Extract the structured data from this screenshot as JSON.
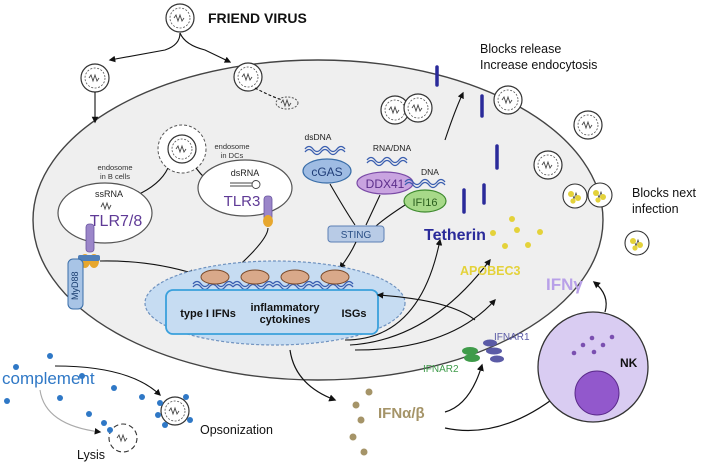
{
  "title": "FRIEND VIRUS",
  "blocks_release": "Blocks release",
  "increase_endocytosis": "Increase endocytosis",
  "blocks_next": "Blocks next",
  "infection": "infection",
  "endosome_b_1": "endosome",
  "endosome_b_2": "in B cells",
  "endosome_dc_1": "endosome",
  "endosome_dc_2": "in DCs",
  "ssrna": "ssRNA",
  "tlr78": "TLR7/8",
  "dsrna": "dsRNA",
  "tlr3": "TLR3",
  "dsdna": "dsDNA",
  "cgas": "cGAS",
  "rna_dna": "RNA/DNA",
  "ddx41": "DDX41",
  "dna": "DNA",
  "ifi16": "IFI16",
  "sting": "STING",
  "tetherin": "Tetherin",
  "apobec3": "APOBEC3",
  "ifng": "IFNγ",
  "myd88": "MyD88",
  "nucleus_ifn": "type I IFNs",
  "nucleus_cyt_1": "inflammatory",
  "nucleus_cyt_2": "cytokines",
  "nucleus_isg": "ISGs",
  "ifnar1": "IFNAR1",
  "ifnar2": "IFNAR2",
  "nk": "NK",
  "complement": "complement",
  "opsonization": "Opsonization",
  "lysis": "Lysis",
  "ifnab": "IFNα/β",
  "colors": {
    "tlr78": "#5f3a96",
    "tlr3": "#5f3a96",
    "cgas_fill": "#9fbce3",
    "ddx41_fill": "#c9a4e0",
    "ifi16_fill": "#a7d989",
    "sting_fill": "#b8cbe6",
    "tetherin": "#2a2a9a",
    "apobec3": "#e4d23a",
    "ifng": "#b8a0e8",
    "complement": "#2f78c6",
    "ifnab": "#a59468",
    "ifnar1": "#5b5ba6",
    "ifnar2": "#3f9b4a",
    "nk_fill": "#d9ccf2",
    "nk_nucleus": "#9258cc",
    "nucleus_fill": "#c6dcf2",
    "cell_fill": "#efefef"
  }
}
